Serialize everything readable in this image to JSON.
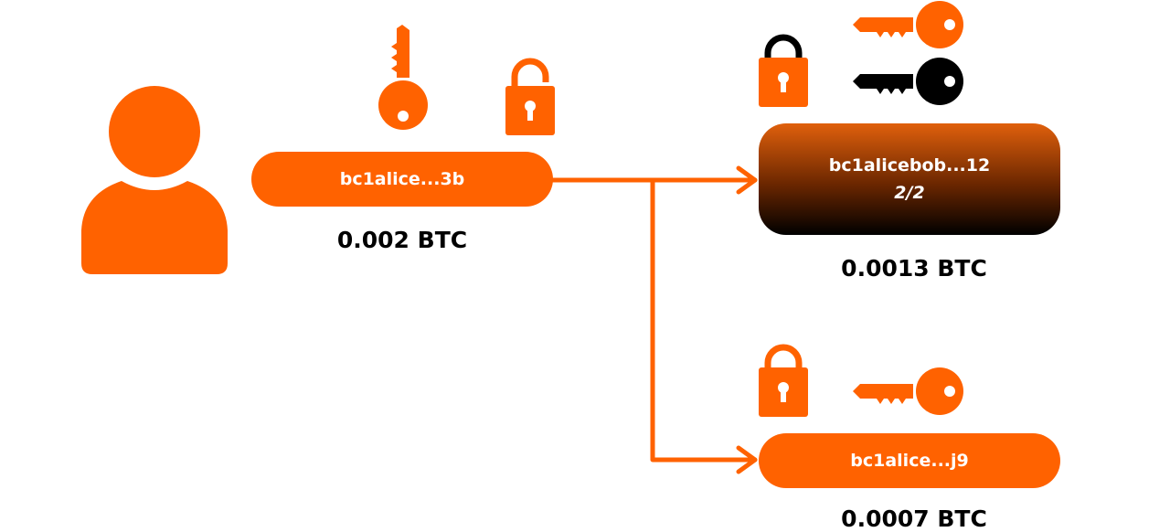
{
  "colors": {
    "orange": "#ff6200",
    "black": "#000000",
    "white": "#ffffff"
  },
  "user": {
    "icon": "user-icon"
  },
  "source": {
    "address": "bc1alice...3b",
    "amount": "0.002 BTC",
    "icons": [
      "key-icon",
      "lock-open-icon"
    ]
  },
  "outputs": [
    {
      "address": "bc1alicebob...12",
      "sub_label": "2/2",
      "amount": "0.0013 BTC",
      "icons": [
        "lock-icon",
        "key-icon",
        "key-icon"
      ]
    },
    {
      "address": "bc1alice...j9",
      "amount": "0.0007 BTC",
      "icons": [
        "lock-icon",
        "key-icon"
      ]
    }
  ]
}
